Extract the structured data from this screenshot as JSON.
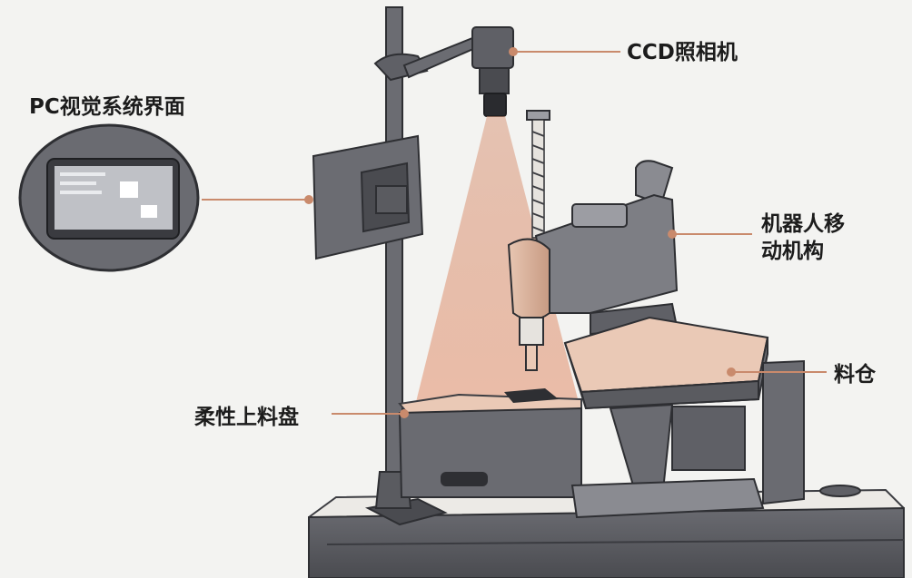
{
  "labels": {
    "pc_vision_interface": "PC视觉系统界面",
    "ccd_camera": "CCD照相机",
    "robot_mechanism_line1": "机器人移",
    "robot_mechanism_line2": "动机构",
    "material_bin": "料仓",
    "flexible_feeding_tray": "柔性上料盘"
  },
  "colors": {
    "background": "#f3f3f1",
    "machine_body": "#5f6066",
    "machine_dark": "#3c3d42",
    "machine_light": "#9c9da3",
    "light_beam": "#d99a7e",
    "leader_line": "#c98a6c",
    "label_text": "#1c1c1c"
  }
}
